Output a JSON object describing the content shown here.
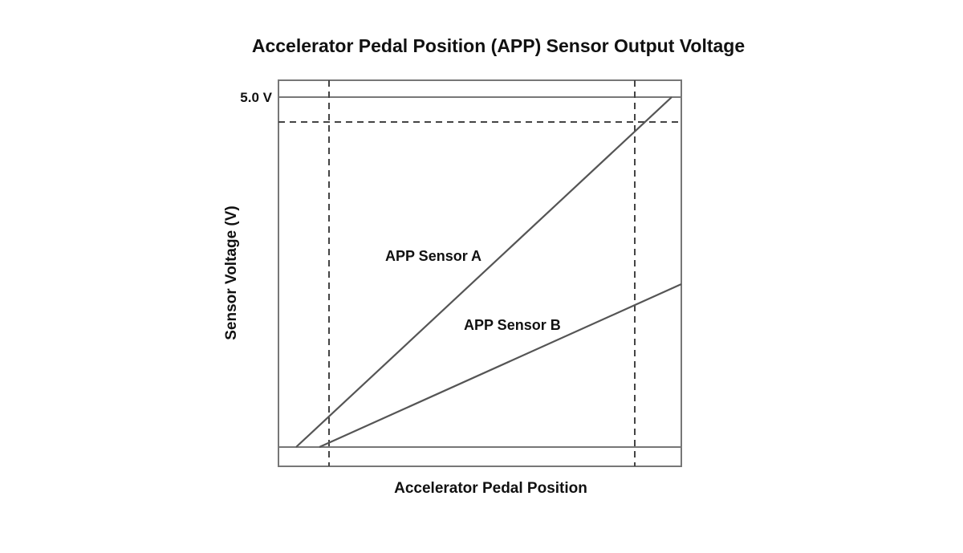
{
  "chart_data": {
    "type": "line",
    "title": "Accelerator Pedal Position (APP) Sensor Output Voltage",
    "xlabel": "Accelerator Pedal Position",
    "ylabel": "Sensor Voltage (V)",
    "y_tick_labels": [
      "5.0 V"
    ],
    "grid": false,
    "series": [
      {
        "name": "APP Sensor A",
        "color": "#555555"
      },
      {
        "name": "APP Sensor B",
        "color": "#555555"
      }
    ],
    "colors": {
      "frame": "#777777",
      "dashed": "#444444",
      "text": "#111111"
    }
  }
}
